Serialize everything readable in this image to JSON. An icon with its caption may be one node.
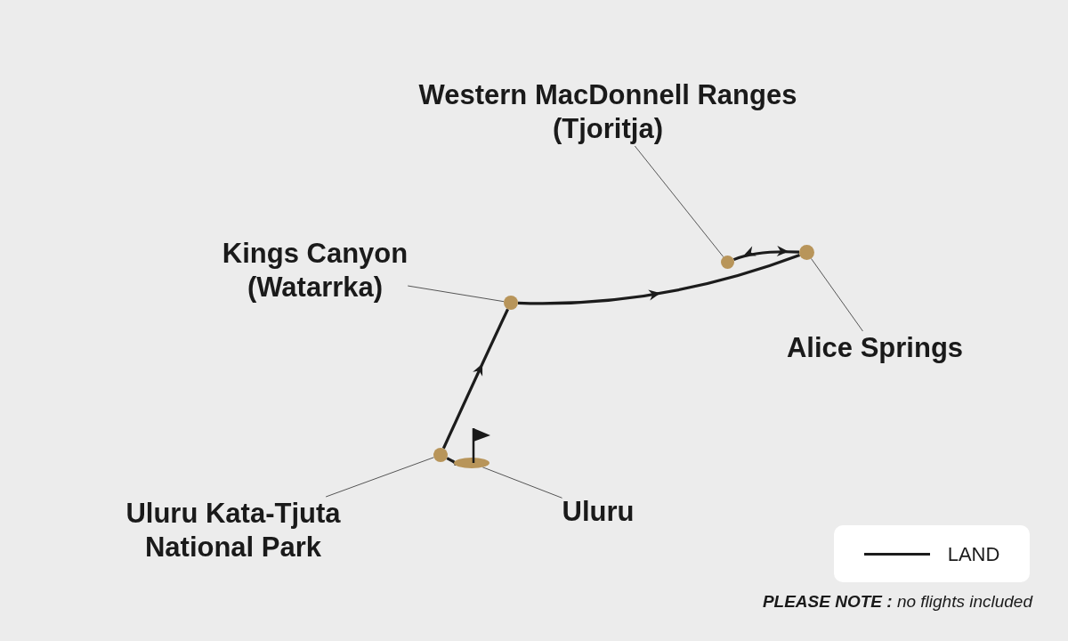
{
  "diagram": {
    "nodes": [
      {
        "text": [
          "Western MacDonnell Ranges",
          "(Tjoritja)"
        ]
      },
      {
        "text": [
          "Kings Canyon",
          "(Watarrka)"
        ]
      },
      {
        "text": [
          "Alice Springs"
        ]
      },
      {
        "text": [
          "Uluru Kata-Tjuta National Park"
        ]
      },
      {
        "text": [
          "Uluru"
        ]
      },
      {
        "text": [],
        "shape": "circle"
      },
      {
        "text": [],
        "shape": "circle"
      },
      {
        "text": [],
        "shape": "circle"
      },
      {
        "text": [],
        "shape": "circle"
      },
      {
        "text": [],
        "shape": "ellipse"
      }
    ],
    "edges": [
      {
        "from": 0,
        "to": 5,
        "arrow": "none"
      },
      {
        "from": 1,
        "to": 7,
        "arrow": "none"
      },
      {
        "from": 2,
        "to": 6,
        "arrow": "none"
      },
      {
        "from": 3,
        "to": 8,
        "arrow": "none"
      },
      {
        "from": 4,
        "to": 9,
        "arrow": "none"
      },
      {
        "from": 8,
        "to": 9,
        "arrow": "none",
        "style": "thick"
      },
      {
        "from": 8,
        "to": 7,
        "arrow": "to",
        "style": "thick"
      },
      {
        "from": 7,
        "to": 6,
        "arrow": "to",
        "style": "thick"
      },
      {
        "from": 5,
        "to": 6,
        "arrow": "both",
        "style": "thick"
      }
    ],
    "labels": [
      "**PLEASE NOTE :** no flights included"
    ],
    "legend": [
      {
        "text": "LAND"
      }
    ]
  }
}
